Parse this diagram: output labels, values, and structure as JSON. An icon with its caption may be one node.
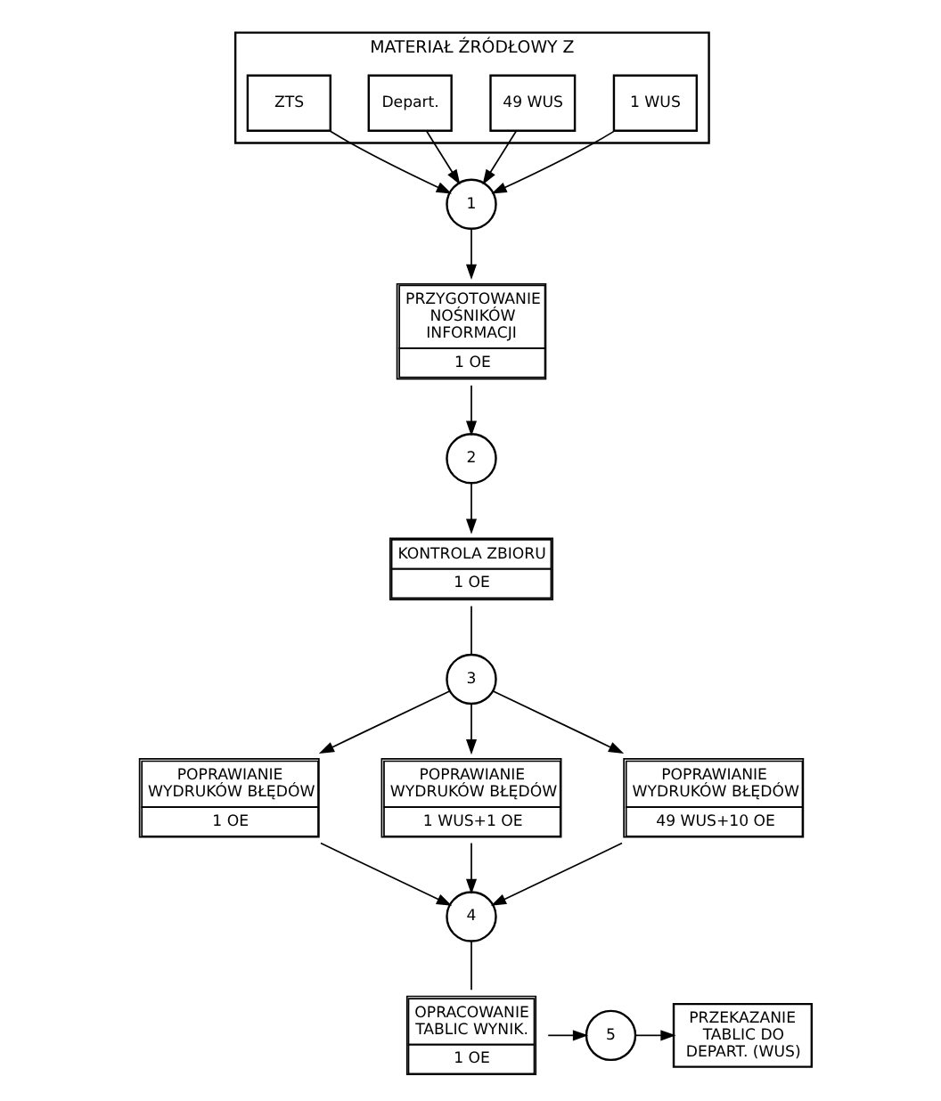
{
  "diagram": {
    "nodes": [
      {
        "text": [
          "MATERIAŁ ŹRÓDŁOWY Z"
        ]
      },
      {
        "text": [
          "1 WUS"
        ],
        "in": 0
      },
      {
        "text": [
          "49 WUS"
        ],
        "in": 0
      },
      {
        "text": [
          "Depart."
        ],
        "in": 0
      },
      {
        "text": [
          "ZTS"
        ],
        "in": 0
      },
      {
        "text": [
          "1"
        ]
      },
      {
        "text": [
          "PRZYGOTOWANIE NOŚNIKÓW INFORMACJI",
          "1 OE"
        ]
      },
      {
        "text": [
          "2"
        ]
      },
      {
        "text": [
          "KONTROLA ZBIORU",
          "1 OE"
        ]
      },
      {
        "text": [
          "3"
        ]
      },
      {
        "text": [
          "POPRAWIANIE WYDRUKÓW BŁĘDÓW",
          "1 OE"
        ]
      },
      {
        "text": [
          "POPRAWIANIE WYDRUKÓW BŁĘDÓW",
          "1 WUS+1 OE"
        ]
      },
      {
        "text": [
          "POPRAWIANIE WYDRUKÓW BŁĘDÓW",
          "49 WUS+10 OE"
        ]
      },
      {
        "text": [
          "4"
        ]
      },
      {
        "text": [
          "OPRACOWANIE TABLIC WYNIK.",
          "1 OE"
        ]
      },
      {
        "text": [
          "5"
        ]
      },
      {
        "text": [
          "PRZEKAZANIE TABLIC DO DEPART. (WUS)"
        ]
      }
    ],
    "edges": [
      {
        "from": 1,
        "to": 5,
        "arrow": "to"
      },
      {
        "from": 2,
        "to": 5,
        "arrow": "to"
      },
      {
        "from": 3,
        "to": 5,
        "arrow": "to"
      },
      {
        "from": 4,
        "to": 5,
        "arrow": "to"
      },
      {
        "from": 5,
        "to": 6,
        "arrow": "to"
      },
      {
        "from": 6,
        "to": 7,
        "arrow": "to"
      },
      {
        "from": 7,
        "to": 8,
        "arrow": "to"
      },
      {
        "from": 8,
        "to": 9,
        "arrow": "none"
      },
      {
        "from": 9,
        "to": 10,
        "arrow": "to"
      },
      {
        "from": 9,
        "to": 11,
        "arrow": "to"
      },
      {
        "from": 9,
        "to": 12,
        "arrow": "to"
      },
      {
        "from": 10,
        "to": 13,
        "arrow": "to"
      },
      {
        "from": 11,
        "to": 13,
        "arrow": "to"
      },
      {
        "from": 12,
        "to": 13,
        "arrow": "to"
      },
      {
        "from": 13,
        "to": 14,
        "arrow": "none"
      },
      {
        "from": 14,
        "to": 15,
        "arrow": "to"
      },
      {
        "from": 15,
        "to": 16,
        "arrow": "to"
      }
    ]
  }
}
